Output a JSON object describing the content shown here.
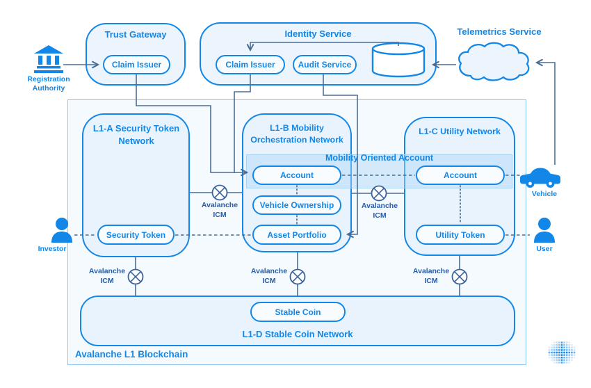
{
  "diagram": {
    "offchain": {
      "registration_authority": "Registration Authority",
      "trust_gateway": {
        "title": "Trust Gateway",
        "claim_issuer": "Claim Issuer"
      },
      "identity_service": {
        "title": "Identity Service",
        "claim_issuer": "Claim Issuer",
        "audit_service": "Audit Service",
        "offchain_registry": "Offchain Registry"
      },
      "telemetrics_service": "Telemetrics Service"
    },
    "actors": {
      "investor": "Investor",
      "user": "User",
      "vehicle": "Vehicle"
    },
    "avalanche": {
      "label": "Avalanche L1 Blockchain",
      "icm": "Avalanche ICM",
      "mobility_band": "Mobility Oriented Account",
      "l1a": {
        "title": "L1-A Security Token Network",
        "security_token": "Security Token"
      },
      "l1b": {
        "title": "L1-B Mobility Orchestration Network",
        "account": "Account",
        "vehicle_ownership": "Vehicle Ownership",
        "asset_portfolio": "Asset Portfolio"
      },
      "l1c": {
        "title": "L1-C Utility Network",
        "account": "Account",
        "utility_token": "Utility Token"
      },
      "l1d": {
        "title": "L1-D Stable Coin Network",
        "stable_coin": "Stable Coin"
      }
    },
    "colors": {
      "accent": "#1287e8",
      "connector": "#4a6d94",
      "icm_text": "#2a5ca3",
      "box_fill": "#ecf5fd",
      "container_fill": "#f4fafe",
      "band_fill": "#add8f8"
    }
  }
}
